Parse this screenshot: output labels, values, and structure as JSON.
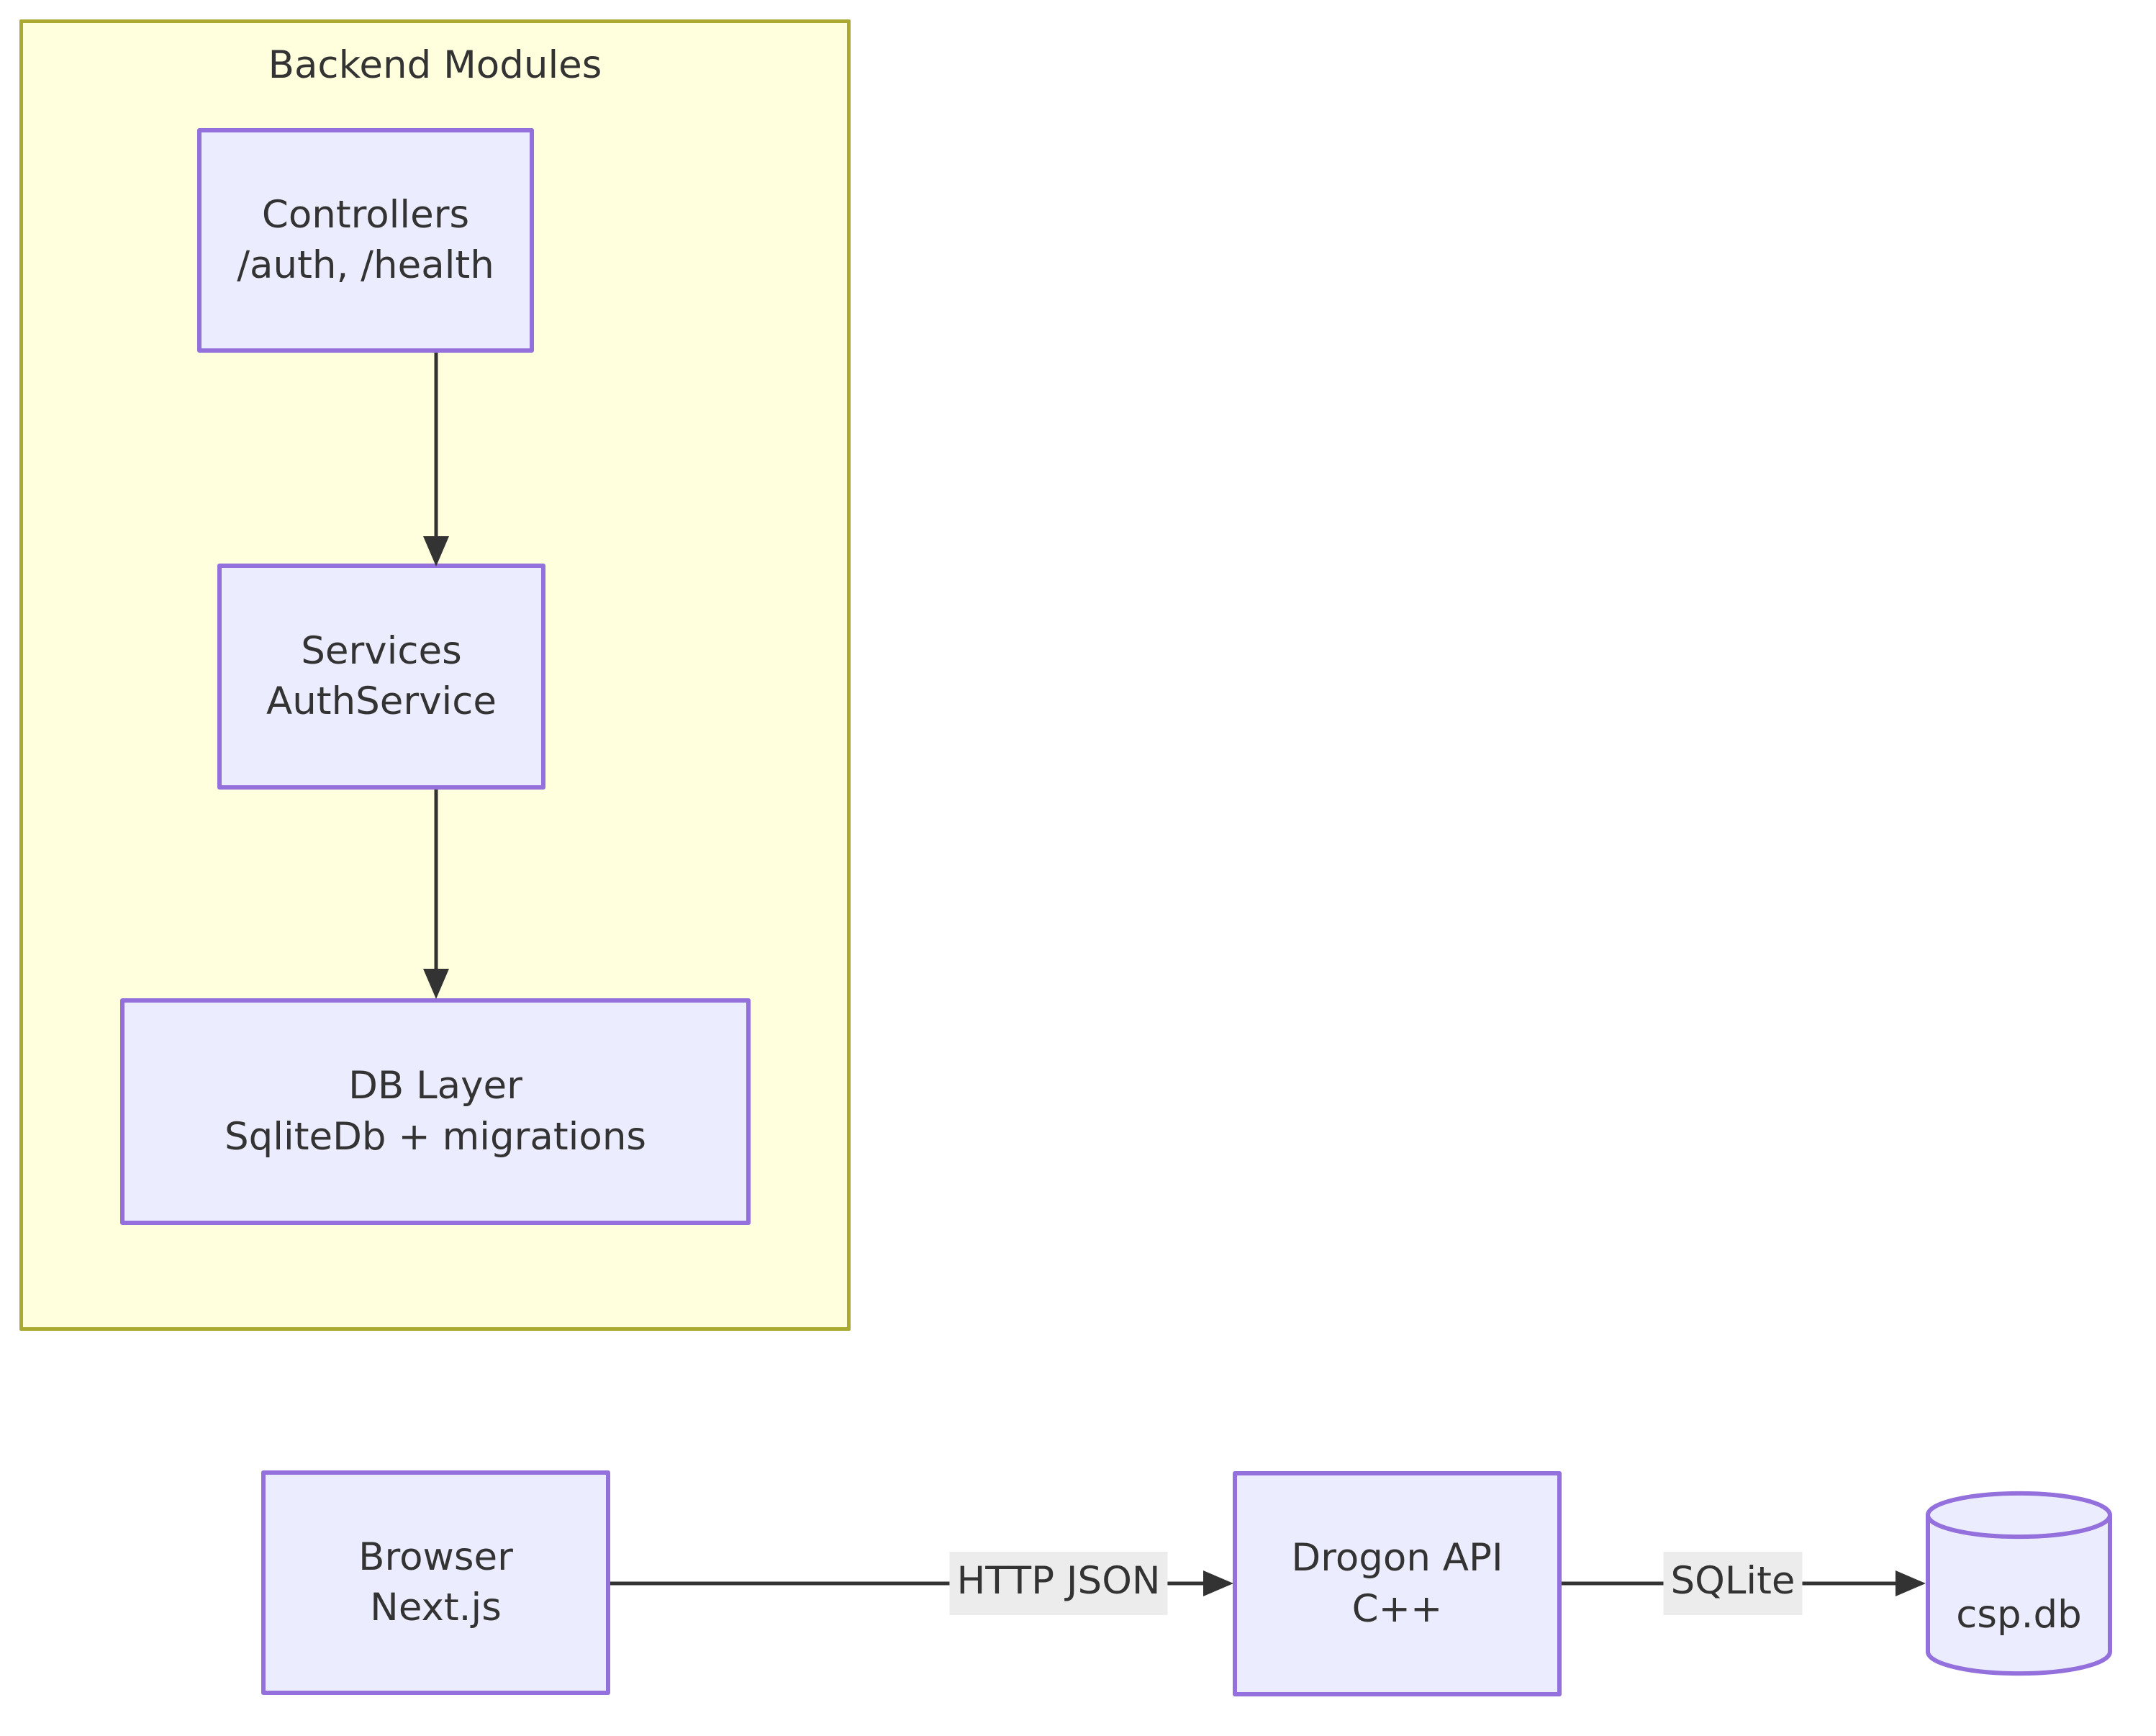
{
  "diagram": {
    "type": "flowchart",
    "background_color": "#ffffff",
    "node_fill": "#ececff",
    "node_stroke": "#9370db",
    "cluster_fill": "#ffffde",
    "cluster_stroke": "#aaaa33",
    "edge_color": "#333333",
    "edge_label_bg": "#ececec",
    "text_color": "#333333"
  },
  "cluster": {
    "title": "Backend Modules",
    "nodes": [
      {
        "id": "controllers",
        "line1": "Controllers",
        "line2": "/auth, /health",
        "shape": "rect"
      },
      {
        "id": "services",
        "line1": "Services",
        "line2": "AuthService",
        "shape": "rect"
      },
      {
        "id": "dblayer",
        "line1": "DB Layer",
        "line2": "SqliteDb + migrations",
        "shape": "rect"
      }
    ],
    "edges": [
      {
        "from": "controllers",
        "to": "services",
        "label": "",
        "arrow": "arrow"
      },
      {
        "from": "services",
        "to": "dblayer",
        "label": "",
        "arrow": "arrow"
      }
    ]
  },
  "flow": {
    "nodes": [
      {
        "id": "browser",
        "line1": "Browser",
        "line2": "Next.js",
        "shape": "rect"
      },
      {
        "id": "api",
        "line1": "Drogon API",
        "line2": "C++",
        "shape": "rect"
      },
      {
        "id": "db",
        "line1": "csp.db",
        "line2": "",
        "shape": "cylinder"
      }
    ],
    "edges": [
      {
        "from": "browser",
        "to": "api",
        "label": "HTTP JSON",
        "arrow": "arrow"
      },
      {
        "from": "api",
        "to": "db",
        "label": "SQLite",
        "arrow": "arrow"
      }
    ]
  }
}
